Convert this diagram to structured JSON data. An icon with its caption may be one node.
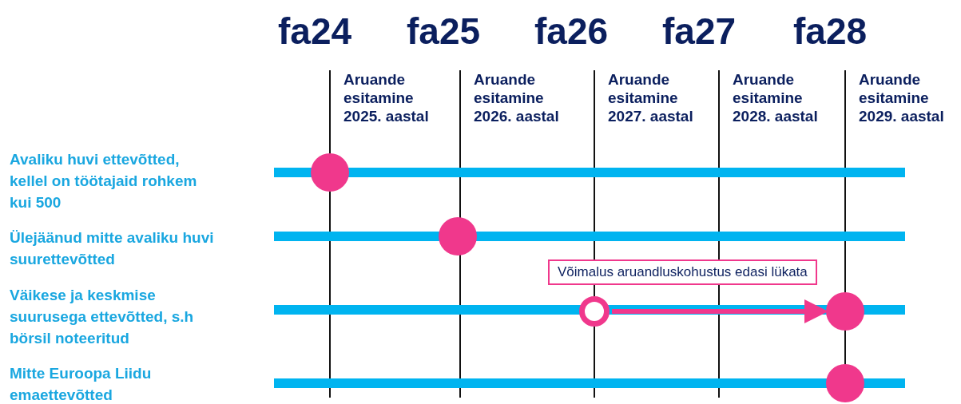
{
  "diagram": {
    "nodes": [
      {
        "text": [],
        "shape": "circle"
      },
      {
        "text": [],
        "shape": "circle"
      },
      {
        "text": [],
        "shape": "circle"
      },
      {
        "text": [],
        "shape": "circle"
      },
      {
        "text": [],
        "shape": "circle"
      }
    ],
    "edges": [
      {
        "from": 2,
        "to": 3,
        "arrow": "to",
        "color": "#f0388c",
        "label": "Võimalus aruandluskohustus edasi lükata"
      }
    ],
    "labels": [
      "fa24",
      "fa25",
      "fa26",
      "fa27",
      "fa28",
      "Aruande esitamine 2025. aastal",
      "Aruande esitamine 2026. aastal",
      "Aruande esitamine 2027. aastal",
      "Aruande esitamine 2028. aastal",
      "Aruande esitamine 2029. aastal",
      "Avaliku huvi ettevõtted, kellel on töötajaid rohkem kui 500",
      "Ülejäänud mitte avaliku huvi suurettevõtted",
      "Väikese ja keskmise suurusega ettevõtted, s.h börsil noteeritud",
      "Mitte Euroopa Liidu emaettevõtted"
    ]
  }
}
